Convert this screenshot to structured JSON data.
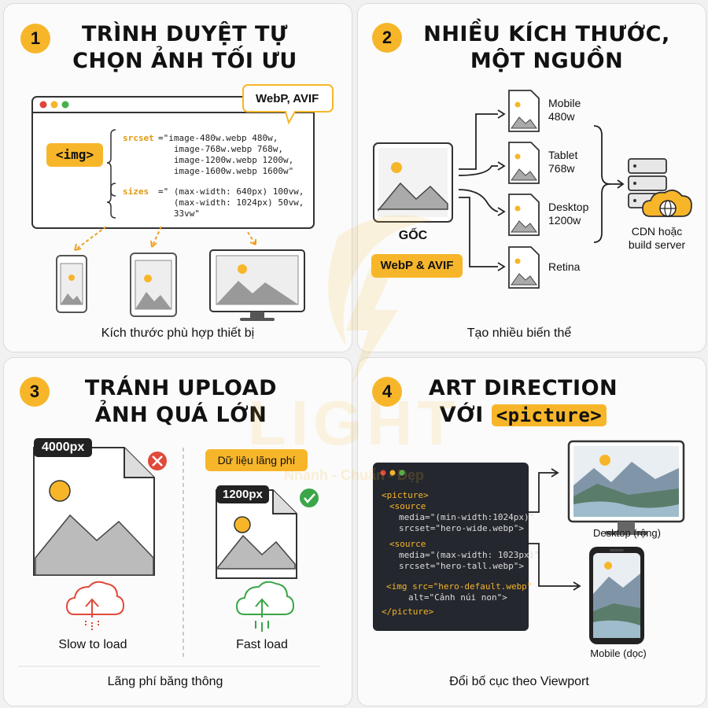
{
  "watermark": {
    "brand": "LIGHT",
    "tagline": "Nhanh - Chuẩn - Đẹp"
  },
  "panel1": {
    "number": "1",
    "title_line1": "TRÌNH DUYỆT TỰ",
    "title_line2": "CHỌN ẢNH TỐI ƯU",
    "bubble": "WebP, AVIF",
    "img_tag": "<img>",
    "srcset_attr": "srcset",
    "srcset_value": "=\"image-480w.webp 480w,\n   image-768w.webp 768w,\n   image-1200w.webp 1200w,\n   image-1600w.webp 1600w\"",
    "sizes_attr": "sizes",
    "sizes_value": "=\" (max-width: 640px) 100vw,\n   (max-width: 1024px) 50vw,\n   33vw\"",
    "caption": "Kích thước phù hợp thiết bị"
  },
  "panel2": {
    "number": "2",
    "title_line1": "NHIỀU KÍCH THƯỚC,",
    "title_line2": "MỘT NGUỒN",
    "source_label": "GỐC",
    "format_pill": "WebP & AVIF",
    "outputs": [
      {
        "line1": "Mobile",
        "line2": "480w"
      },
      {
        "line1": "Tablet",
        "line2": "768w"
      },
      {
        "line1": "Desktop",
        "line2": "1200w"
      },
      {
        "line1": "Retina",
        "line2": ""
      }
    ],
    "server_line1": "CDN hoặc",
    "server_line2": "build server",
    "caption": "Tạo nhiều biến thể"
  },
  "panel3": {
    "number": "3",
    "title_line1": "TRÁNH UPLOAD",
    "title_line2": "ẢNH QUÁ LỚN",
    "big_size": "4000px",
    "small_size": "1200px",
    "waste_pill": "Dữ liệu lãng phí",
    "slow_label": "Slow to load",
    "fast_label": "Fast load",
    "caption": "Lãng phí băng thông"
  },
  "panel4": {
    "number": "4",
    "title_line1": "ART DIRECTION",
    "title_line2_prefix": "VỚI",
    "title_tag": "<picture>",
    "code": {
      "l1": "<picture>",
      "l2": "<source",
      "l3": "media=\"(min-width:1024px)\"",
      "l4": "srcset=\"hero-wide.webp\">",
      "l5": "<source",
      "l6": "media=\"(max-width: 1023px)\"",
      "l7": "srcset=\"hero-tall.webp\">",
      "l8": "<img src=\"hero-default.webp\"",
      "l9": "alt=\"Cảnh núi non\">",
      "l10": "</picture>"
    },
    "desktop_label": "Desktop (rộng)",
    "mobile_label": "Mobile (dọc)",
    "caption": "Đổi bố cục theo Viewport"
  },
  "colors": {
    "accent": "#f7b62a",
    "red": "#e04a3a",
    "green": "#3aa648",
    "code_bg": "#24272e"
  }
}
